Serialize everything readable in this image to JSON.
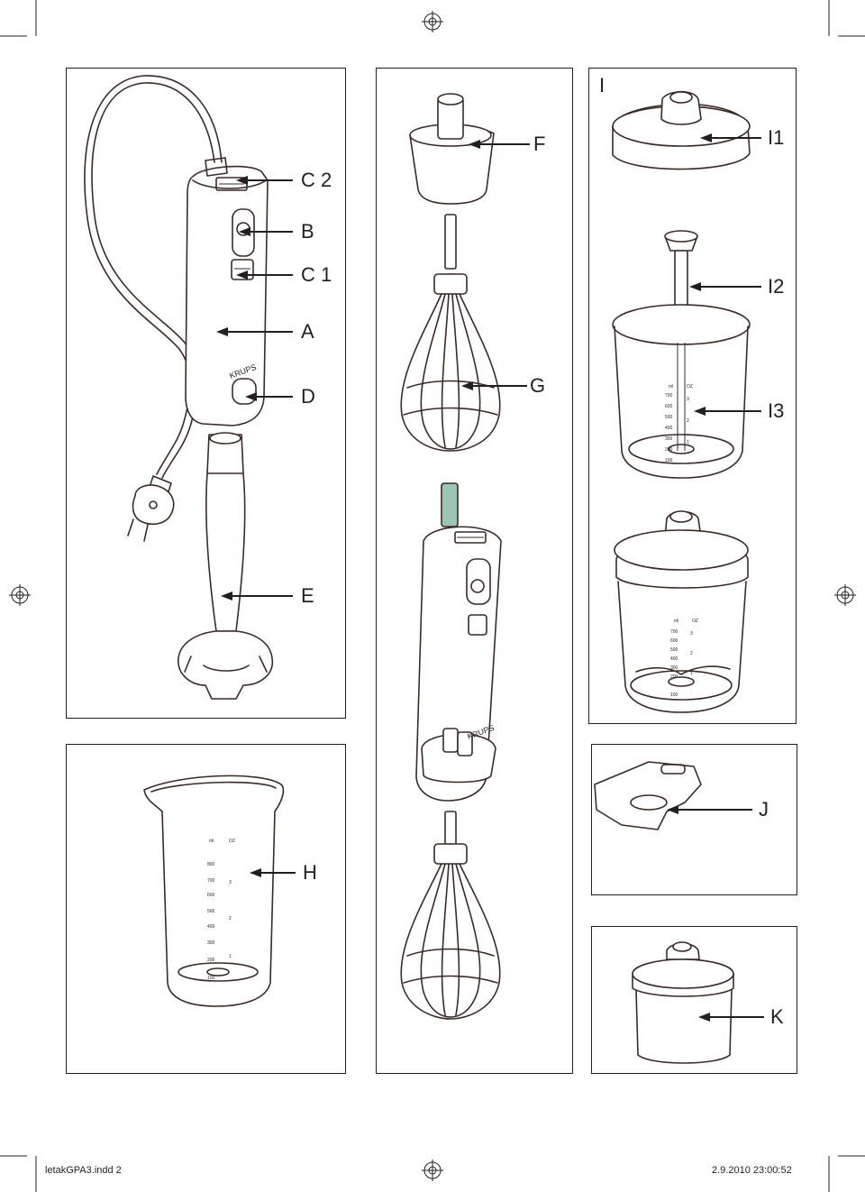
{
  "labels": {
    "c2": "C 2",
    "b": "B",
    "c1": "C 1",
    "a": "A",
    "d": "D",
    "e": "E",
    "f": "F",
    "g": "G",
    "i": "I",
    "i1": "I1",
    "i2": "I2",
    "i3": "I3",
    "h": "H",
    "j": "J",
    "k": "K"
  },
  "brand": "KRUPS",
  "scale_bowl": {
    "units": [
      "ml",
      "OZ"
    ],
    "ml": [
      "700",
      "600",
      "500",
      "400",
      "300",
      "200",
      "100"
    ],
    "oz": [
      "3",
      "2",
      "1"
    ]
  },
  "scale_beaker": {
    "units": [
      "ml",
      "OZ"
    ],
    "ml": [
      "800",
      "700",
      "600",
      "500",
      "400",
      "300",
      "200",
      "100"
    ],
    "oz": [
      "3",
      "2",
      "1"
    ]
  },
  "footer": {
    "filename": "letakGPA3.indd   2",
    "date": "2.9.2010   23:00:52"
  }
}
